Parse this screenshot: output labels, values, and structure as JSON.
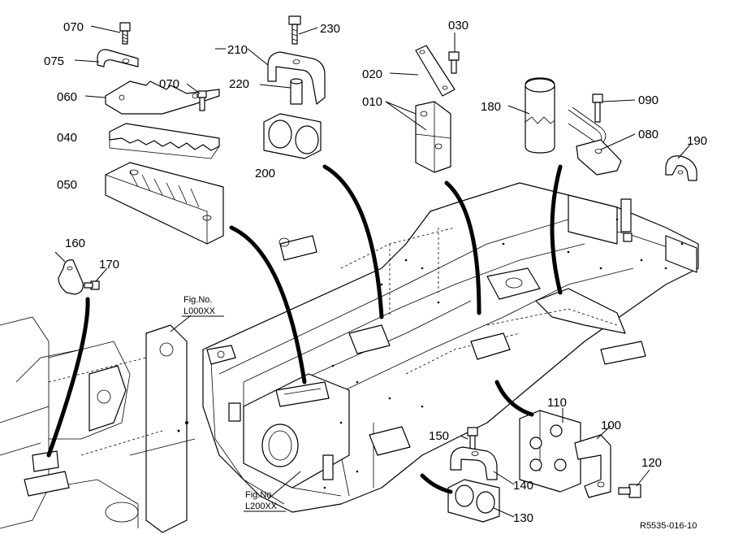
{
  "diagram": {
    "callouts": [
      "070",
      "075",
      "060",
      "070",
      "040",
      "050",
      "210",
      "230",
      "220",
      "200",
      "030",
      "020",
      "010",
      "180",
      "090",
      "080",
      "190",
      "160",
      "170",
      "110",
      "100",
      "150",
      "120",
      "140",
      "130"
    ],
    "figure_refs": [
      {
        "line1": "Fig.No.",
        "line2": "L000XX"
      },
      {
        "line1": "Fig.No.",
        "line2": "L200XX"
      }
    ],
    "drawing_code": "R5535-016-10"
  }
}
